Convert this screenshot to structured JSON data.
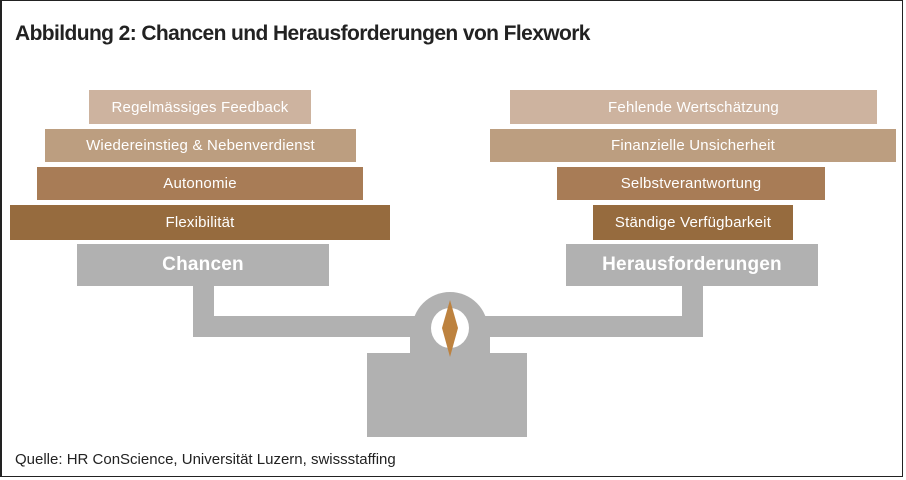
{
  "title": "Abbildung 2: Chancen und Herausforderungen von Flexwork",
  "colors": {
    "tier1": "#cdb39f",
    "tier2": "#bc9e80",
    "tier3": "#a87c56",
    "tier4": "#966b3e",
    "category": "#b1b1b1",
    "fulcrum": "#bd823f"
  },
  "left": {
    "category": "Chancen",
    "items": [
      "Regelmässiges Feedback",
      "Wiedereinstieg & Nebenverdienst",
      "Autonomie",
      "Flexibilität"
    ]
  },
  "right": {
    "category": "Herausforderungen",
    "items": [
      "Fehlende Wertschätzung",
      "Finanzielle Unsicherheit",
      "Selbstverantwortung",
      "Ständige Verfügbarkeit"
    ]
  },
  "source": "Quelle: HR ConScience, Universität Luzern, swissstaffing"
}
